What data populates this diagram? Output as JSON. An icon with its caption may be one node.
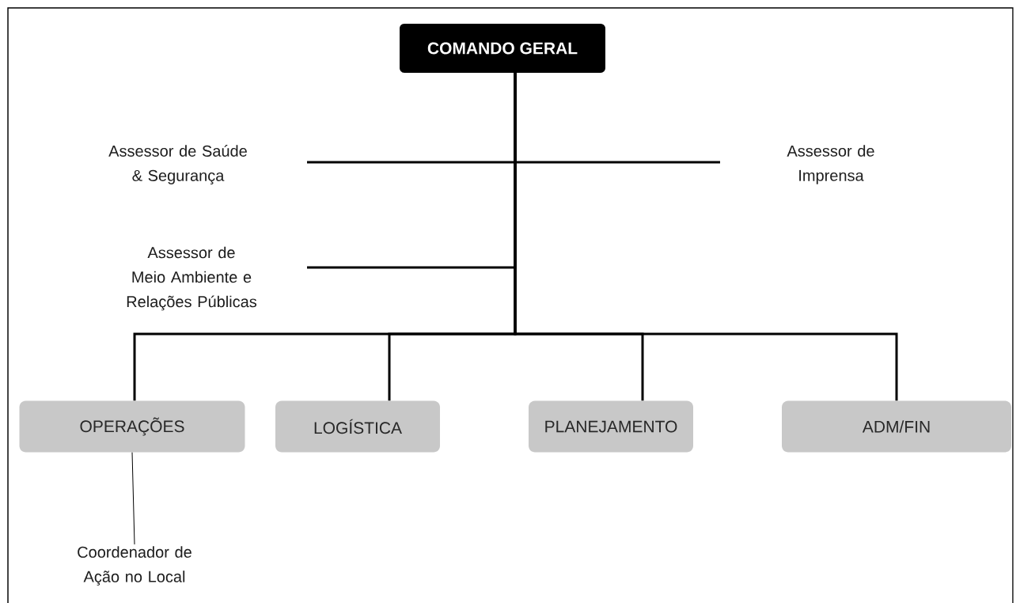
{
  "diagram": {
    "nodes": [
      {
        "text": [
          "COMANDO GERAL"
        ]
      },
      {
        "text": [
          "Assessor de Saúde & Segurança"
        ]
      },
      {
        "text": [
          "Assessor de Imprensa"
        ]
      },
      {
        "text": [
          "Assessor de Meio Ambiente e Relações Públicas"
        ]
      },
      {
        "text": [
          "OPERAÇÕES"
        ]
      },
      {
        "text": [
          "LOGÍSTICA"
        ]
      },
      {
        "text": [
          "PLANEJAMENTO"
        ]
      },
      {
        "text": [
          "ADM/FIN"
        ]
      },
      {
        "text": [
          "Coordenador de Ação no Local"
        ]
      }
    ],
    "edges": [
      {
        "from": 0,
        "to": 1,
        "arrow": "none"
      },
      {
        "from": 0,
        "to": 2,
        "arrow": "none"
      },
      {
        "from": 0,
        "to": 3,
        "arrow": "none"
      },
      {
        "from": 0,
        "to": 4,
        "arrow": "none"
      },
      {
        "from": 0,
        "to": 5,
        "arrow": "none"
      },
      {
        "from": 0,
        "to": 6,
        "arrow": "none"
      },
      {
        "from": 0,
        "to": 7,
        "arrow": "none"
      },
      {
        "from": 4,
        "to": 8,
        "arrow": "none"
      }
    ]
  }
}
